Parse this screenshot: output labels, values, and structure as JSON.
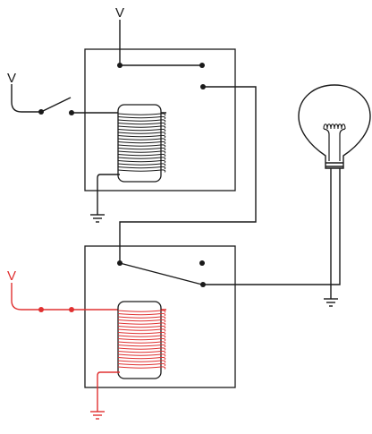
{
  "labels": {
    "v_top": "V",
    "v_left": "V",
    "v_red": "V"
  },
  "colors": {
    "wire": "#1a1a1a",
    "active": "#e03030",
    "background": "#ffffff",
    "coil_fill": "#ffffff"
  },
  "states": {
    "upper_switch": "open",
    "upper_relay": "de-energized",
    "lower_relay": "energized",
    "lower_relay_contact": "closed-to-lamp",
    "lamp": "off"
  },
  "components": {
    "upper_relay": {
      "name": "relay-1"
    },
    "lower_relay": {
      "name": "relay-2"
    },
    "lamp": {
      "name": "incandescent-bulb"
    }
  }
}
